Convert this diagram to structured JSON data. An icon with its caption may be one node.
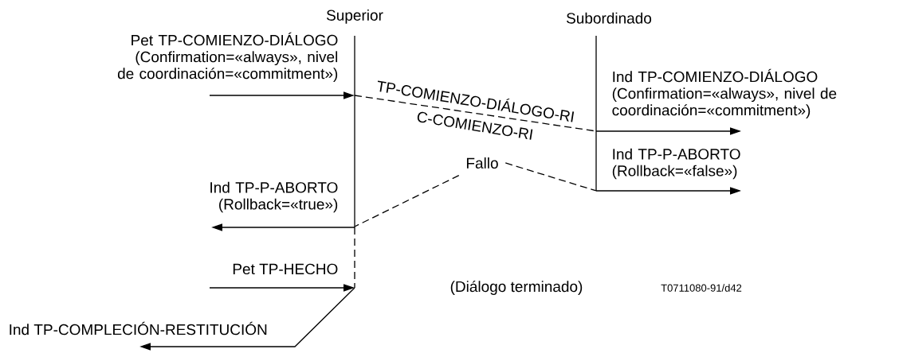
{
  "diagram": {
    "nodes": [
      {
        "text": [
          "Superior"
        ]
      },
      {
        "text": [
          "Subordinado"
        ]
      },
      {
        "text": [
          "Fallo"
        ]
      }
    ],
    "edges": [
      {
        "from": null,
        "to": 0,
        "arrow": "to",
        "label": "Pet TP-COMIENZO-DIÁLOGO (Confirmation=«always», nivel de coordinación=«commitment»)"
      },
      {
        "from": 0,
        "to": 1,
        "arrow": "none",
        "style": "dashed",
        "label": "TP-COMIENZO-DIÁLOGO-RI"
      },
      {
        "from": 1,
        "to": null,
        "arrow": "to",
        "label": "Ind TP-COMIENZO-DIÁLOGO (Confirmation=«always», nivel de coordinación=«commitment»)"
      },
      {
        "from": 2,
        "to": 0,
        "arrow": "none",
        "style": "dashed"
      },
      {
        "from": 2,
        "to": 1,
        "arrow": "none",
        "style": "dashed"
      },
      {
        "from": 1,
        "to": null,
        "arrow": "to",
        "label": "Ind TP-P-ABORTO (Rollback=«false»)"
      },
      {
        "from": 0,
        "to": null,
        "arrow": "to",
        "label": "Ind TP-P-ABORTO (Rollback=«true»)"
      },
      {
        "from": null,
        "to": 0,
        "arrow": "to",
        "label": "Pet TP-HECHO"
      },
      {
        "from": 0,
        "to": null,
        "arrow": "to",
        "label": "Ind TP-COMPLECIÓN-RESTITUCIÓN"
      }
    ],
    "labels": [
      "C-COMIENZO-RI",
      "(Diálogo terminado)",
      "T0711080-91/d42"
    ]
  }
}
